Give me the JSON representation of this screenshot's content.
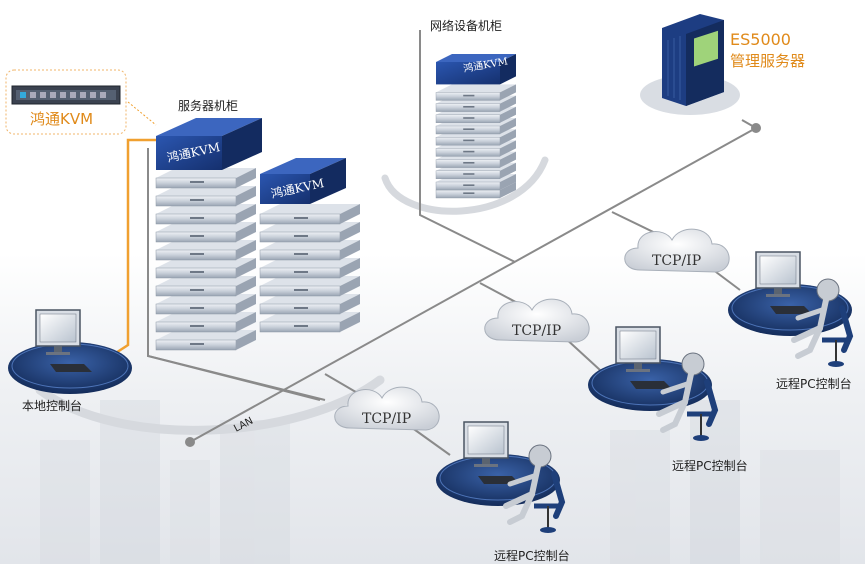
{
  "labels": {
    "server_cabinet": "服务器机柜",
    "network_cabinet": "网络设备机柜",
    "kvm_badge": "鸿通KVM",
    "rack_kvm_a": "鸿通KVM",
    "rack_kvm_b": "鸿通KVM",
    "es_model": "ES5000",
    "es_desc": "管理服务器",
    "local_console": "本地控制台",
    "lan": "LAN",
    "remote_console_1": "远程PC控制台",
    "remote_console_2": "远程PC控制台",
    "remote_console_3": "远程PC控制台",
    "tcp_ip_1": "TCP/IP",
    "tcp_ip_2": "TCP/IP",
    "tcp_ip_3": "TCP/IP"
  },
  "colors": {
    "kvm_link": "#f0a030",
    "lan_line": "#8a8a8a",
    "rack_top": "#1f3f8f",
    "rack_unit": "#c8d0dc",
    "station_base": "#1e3f7a",
    "accent_text": "#e08a1a"
  },
  "icons": [
    "kvm-switch-icon",
    "server-rack-icon",
    "network-rack-icon",
    "management-server-icon",
    "cloud-icon",
    "workstation-icon",
    "user-icon"
  ]
}
